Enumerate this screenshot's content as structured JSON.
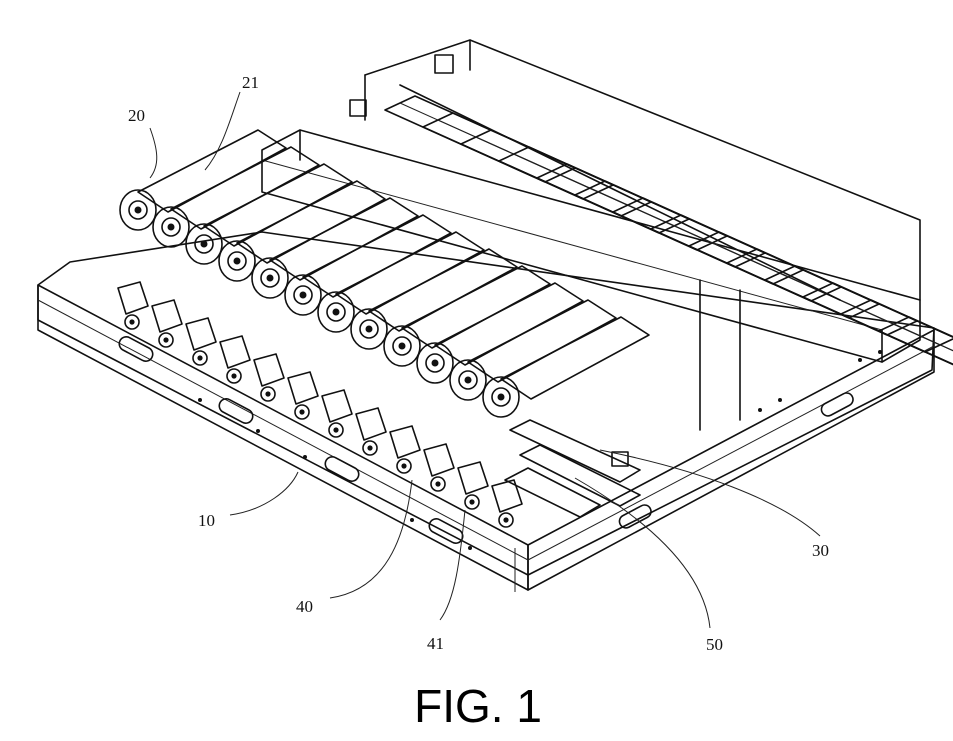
{
  "figure": {
    "caption": "FIG. 1",
    "reference_numerals": [
      "20",
      "21",
      "10",
      "40",
      "41",
      "50",
      "30"
    ]
  }
}
